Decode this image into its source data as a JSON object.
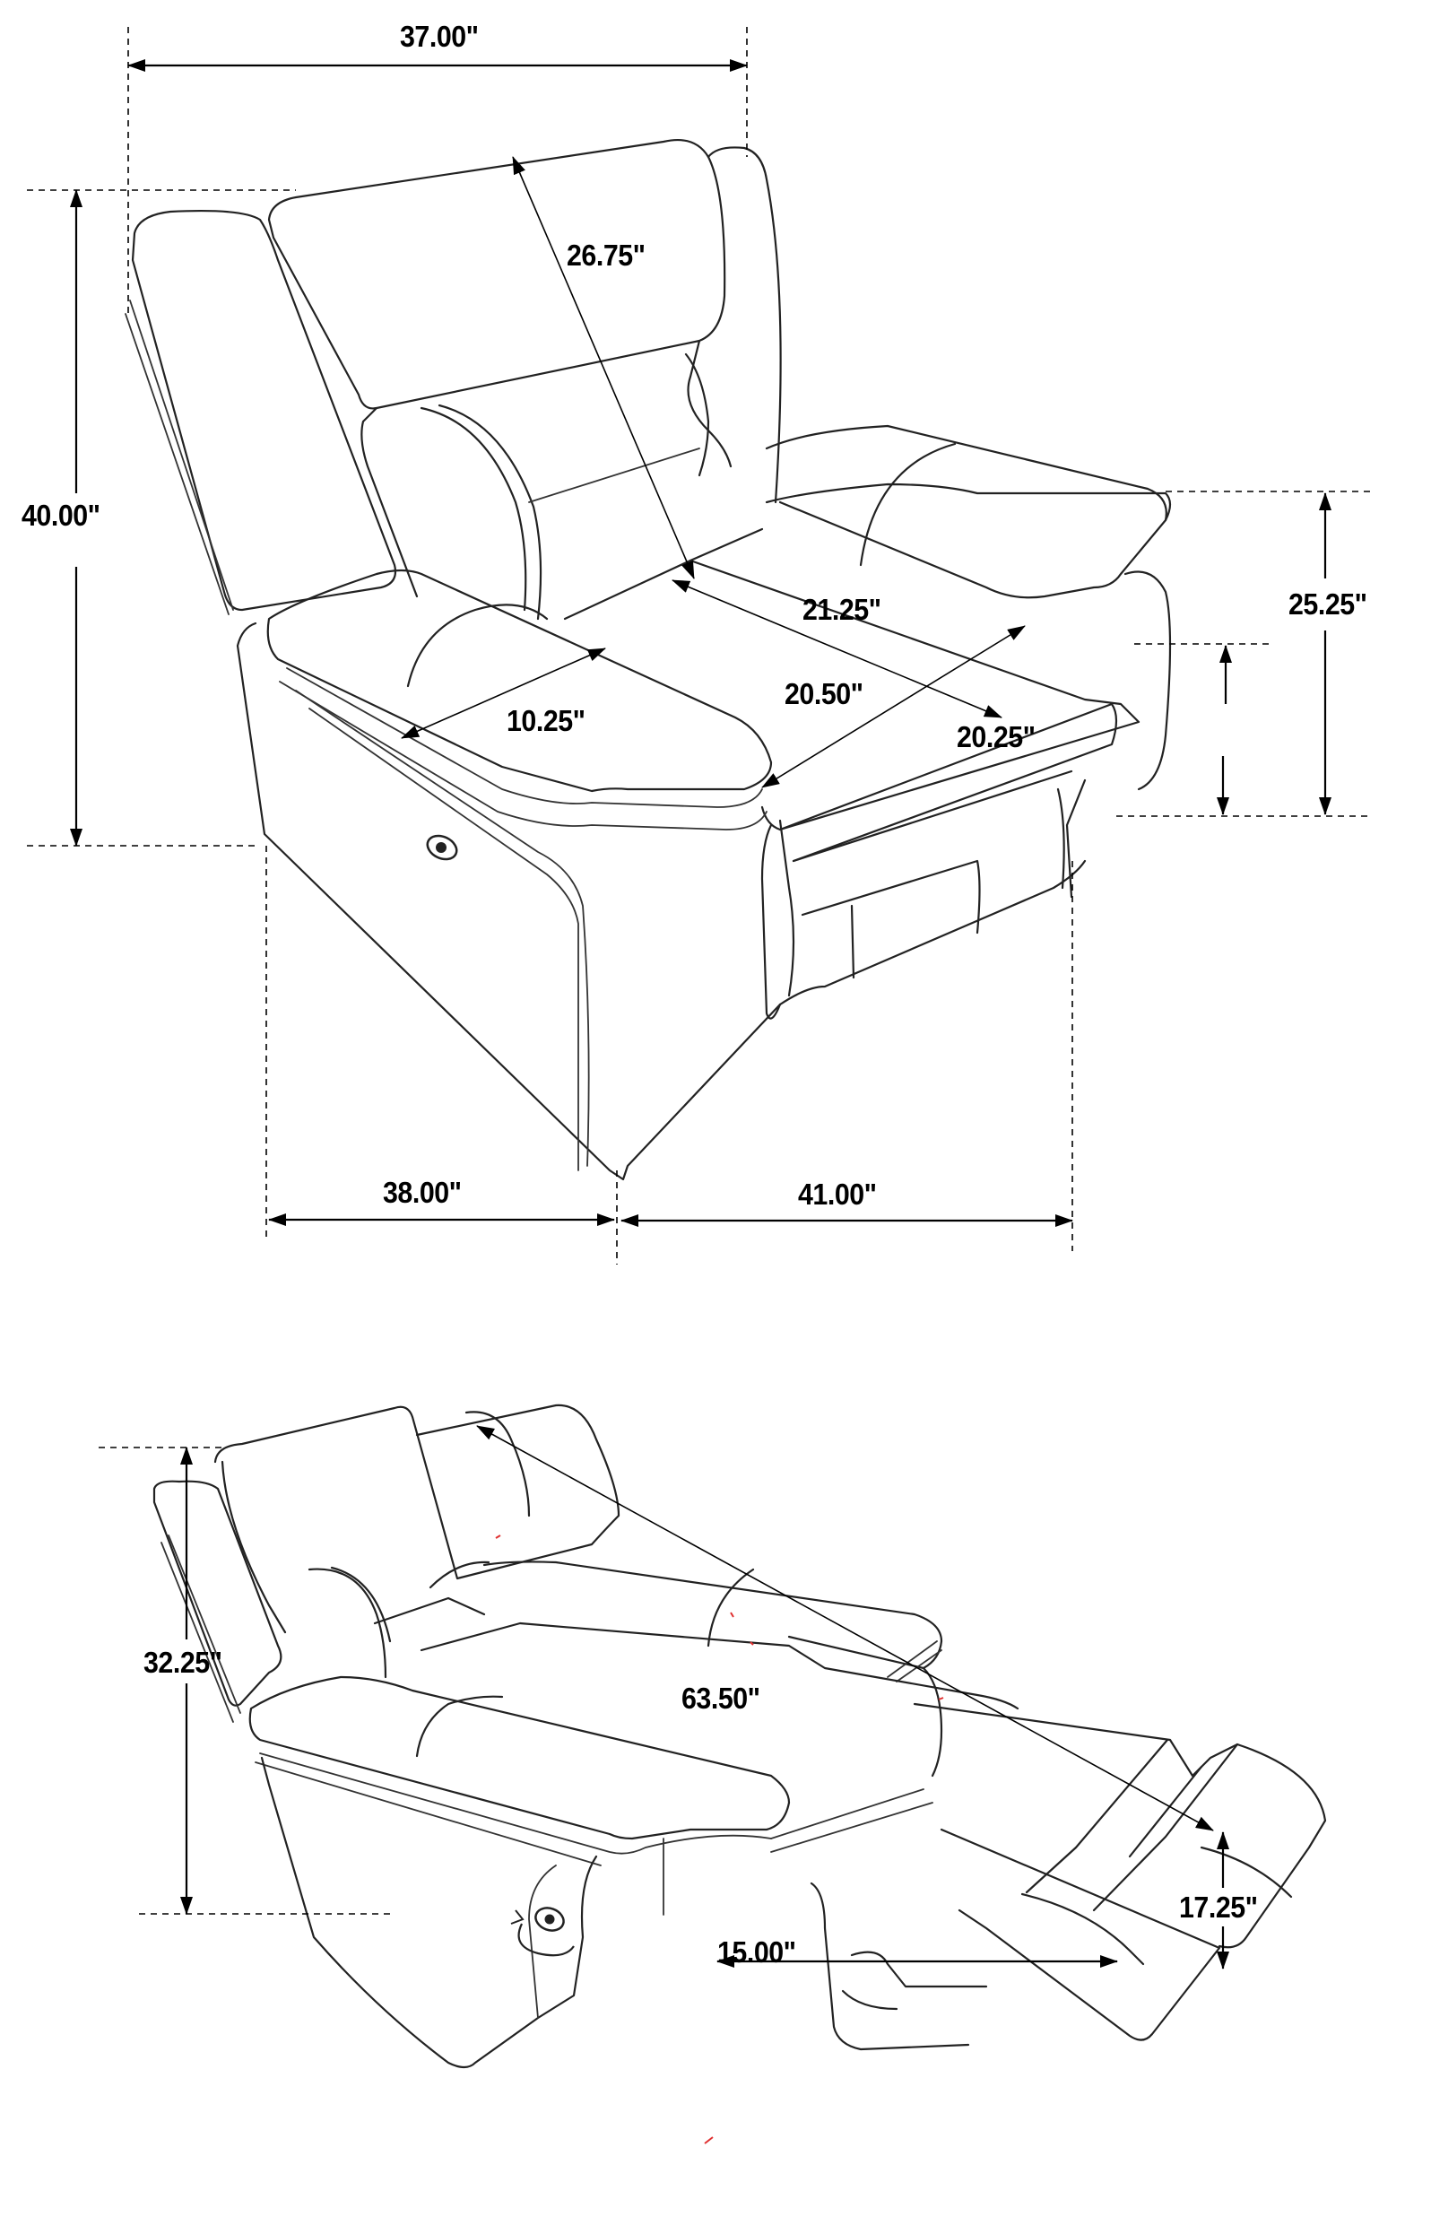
{
  "diagram": {
    "subject": "Power recliner dimension drawing",
    "colors": {
      "line": "#000000",
      "background": "#ffffff",
      "accent_marks": "#e03030"
    },
    "upright_view": {
      "dimensions": {
        "overall_width": "37.00\"",
        "overall_height": "40.00\"",
        "back_height": "26.75\"",
        "seat_width": "21.25\"",
        "seat_depth": "20.50\"",
        "arm_width": "10.25\"",
        "arm_height": "25.25\"",
        "seat_height": "20.25\"",
        "overall_depth": "38.00\"",
        "side_depth": "41.00\""
      },
      "control_icon": "power-button-icon"
    },
    "reclined_view": {
      "dimensions": {
        "reclined_height": "32.25\"",
        "reclined_length": "63.50\"",
        "footrest_height": "17.25\"",
        "footrest_extension": "15.00\""
      },
      "control_icon": "power-button-icon"
    }
  }
}
